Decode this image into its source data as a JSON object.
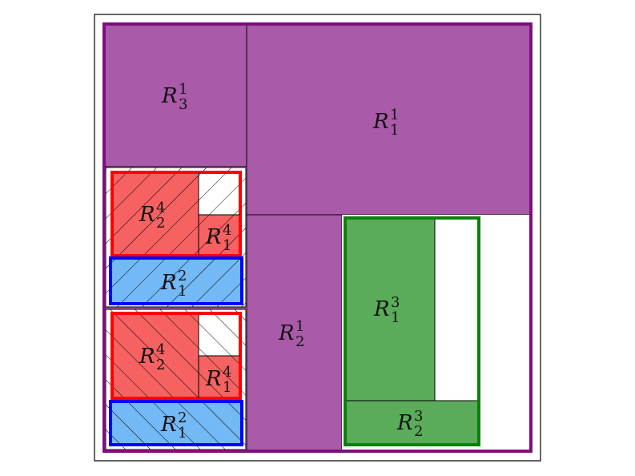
{
  "colors": {
    "purple": "#a95aa9",
    "purple_border": "#7c0f7c",
    "green": "#5aab5a",
    "green_border": "#0b800b",
    "red": "#f65a5a",
    "red_border": "#ff0000",
    "blue": "#6cb5f5",
    "blue_border": "#0000ff",
    "white": "#ffffff",
    "edge": "#000000"
  },
  "regions": [
    {
      "id": "R1_1",
      "base": "R",
      "sub": "1",
      "sup": "1"
    },
    {
      "id": "R3_1",
      "base": "R",
      "sub": "3",
      "sup": "1"
    },
    {
      "id": "R2_1",
      "base": "R",
      "sub": "2",
      "sup": "1"
    },
    {
      "id": "R1_3",
      "base": "R",
      "sub": "1",
      "sup": "3"
    },
    {
      "id": "R2_3",
      "base": "R",
      "sub": "2",
      "sup": "3"
    },
    {
      "id": "R2_4_top",
      "base": "R",
      "sub": "2",
      "sup": "4"
    },
    {
      "id": "R1_4_top",
      "base": "R",
      "sub": "1",
      "sup": "4"
    },
    {
      "id": "R1_2_top",
      "base": "R",
      "sub": "1",
      "sup": "2"
    },
    {
      "id": "R2_4_bot",
      "base": "R",
      "sub": "2",
      "sup": "4"
    },
    {
      "id": "R1_4_bot",
      "base": "R",
      "sub": "1",
      "sup": "4"
    },
    {
      "id": "R1_2_bot",
      "base": "R",
      "sub": "1",
      "sup": "2"
    }
  ]
}
